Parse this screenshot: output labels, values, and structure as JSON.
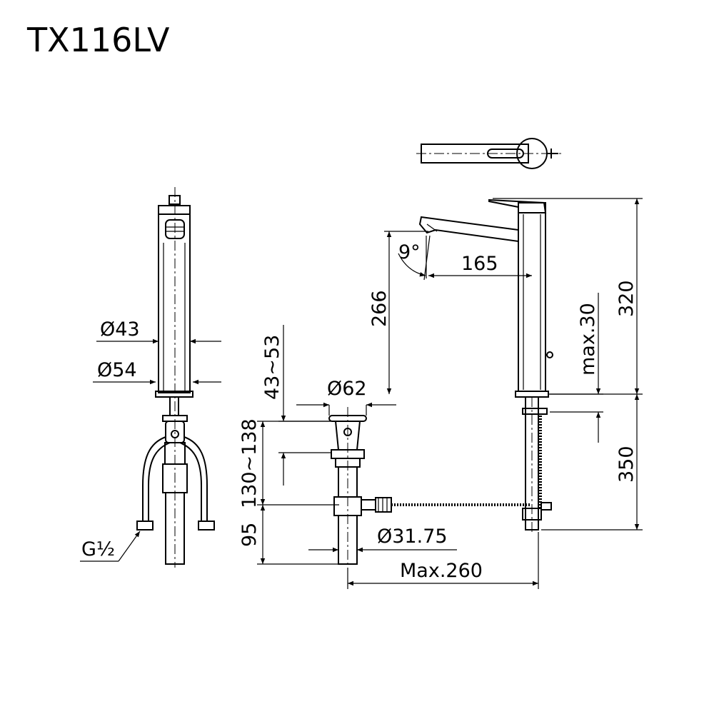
{
  "title": "TX116LV",
  "dimensions": {
    "d43": "Ø43",
    "d54": "Ø54",
    "thread": "G½",
    "range_43_53": "43~53",
    "d62": "Ø62",
    "range_130_138": "130~138",
    "h95": "95",
    "d31_75": "Ø31.75",
    "max260": "Max.260",
    "h266": "266",
    "angle9": "9°",
    "w165": "165",
    "max30": "max.30",
    "h320": "320",
    "h350": "350"
  }
}
